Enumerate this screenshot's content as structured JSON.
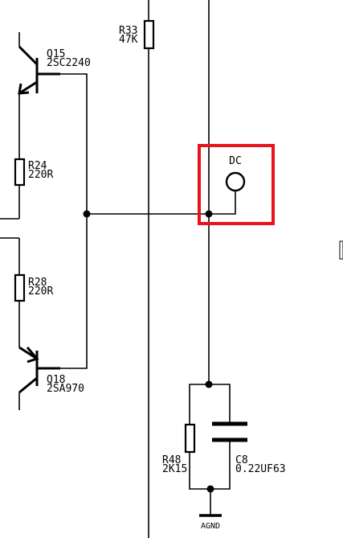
{
  "components": {
    "q15": {
      "ref": "Q15",
      "value": "2SC2240"
    },
    "q18": {
      "ref": "Q18",
      "value": "2SA970"
    },
    "r24": {
      "ref": "R24",
      "value": "220R"
    },
    "r28": {
      "ref": "R28",
      "value": "220R"
    },
    "r33": {
      "ref": "R33",
      "value": "47K"
    },
    "r48": {
      "ref": "R48",
      "value": "2K15"
    },
    "c8": {
      "ref": "C8",
      "value": "0.22UF63"
    }
  },
  "test_point": {
    "label": "DC",
    "highlight_color": "#e8141b"
  },
  "ground": {
    "label": "AGND"
  }
}
